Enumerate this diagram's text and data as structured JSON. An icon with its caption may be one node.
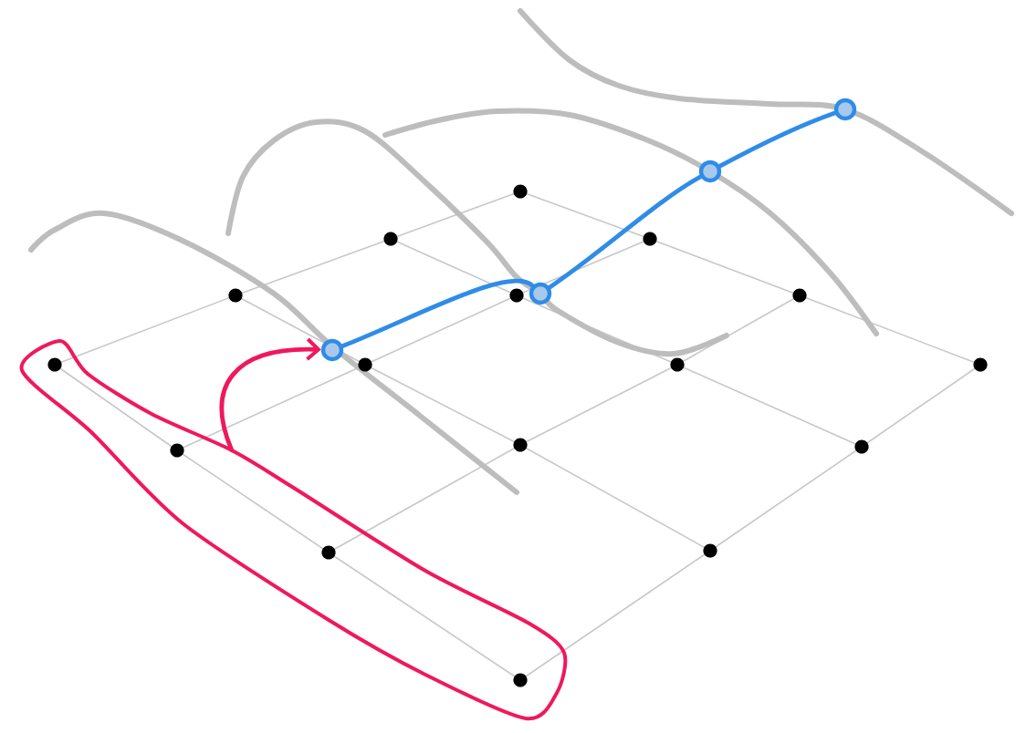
{
  "diagram": {
    "nodes": [
      {
        "text": [],
        "shape": "band"
      },
      {
        "text": [],
        "shape": "circle"
      },
      {
        "text": [],
        "shape": "circle"
      },
      {
        "text": [],
        "shape": "circle"
      },
      {
        "text": [],
        "shape": "circle"
      }
    ],
    "edges": [
      {
        "from": 0,
        "to": 1,
        "arrow": "to",
        "color": "#f0185c"
      },
      {
        "from": 1,
        "to": 2,
        "arrow": "none"
      },
      {
        "from": 2,
        "to": 3,
        "arrow": "none"
      },
      {
        "from": 3,
        "to": 4,
        "arrow": "none"
      }
    ]
  }
}
